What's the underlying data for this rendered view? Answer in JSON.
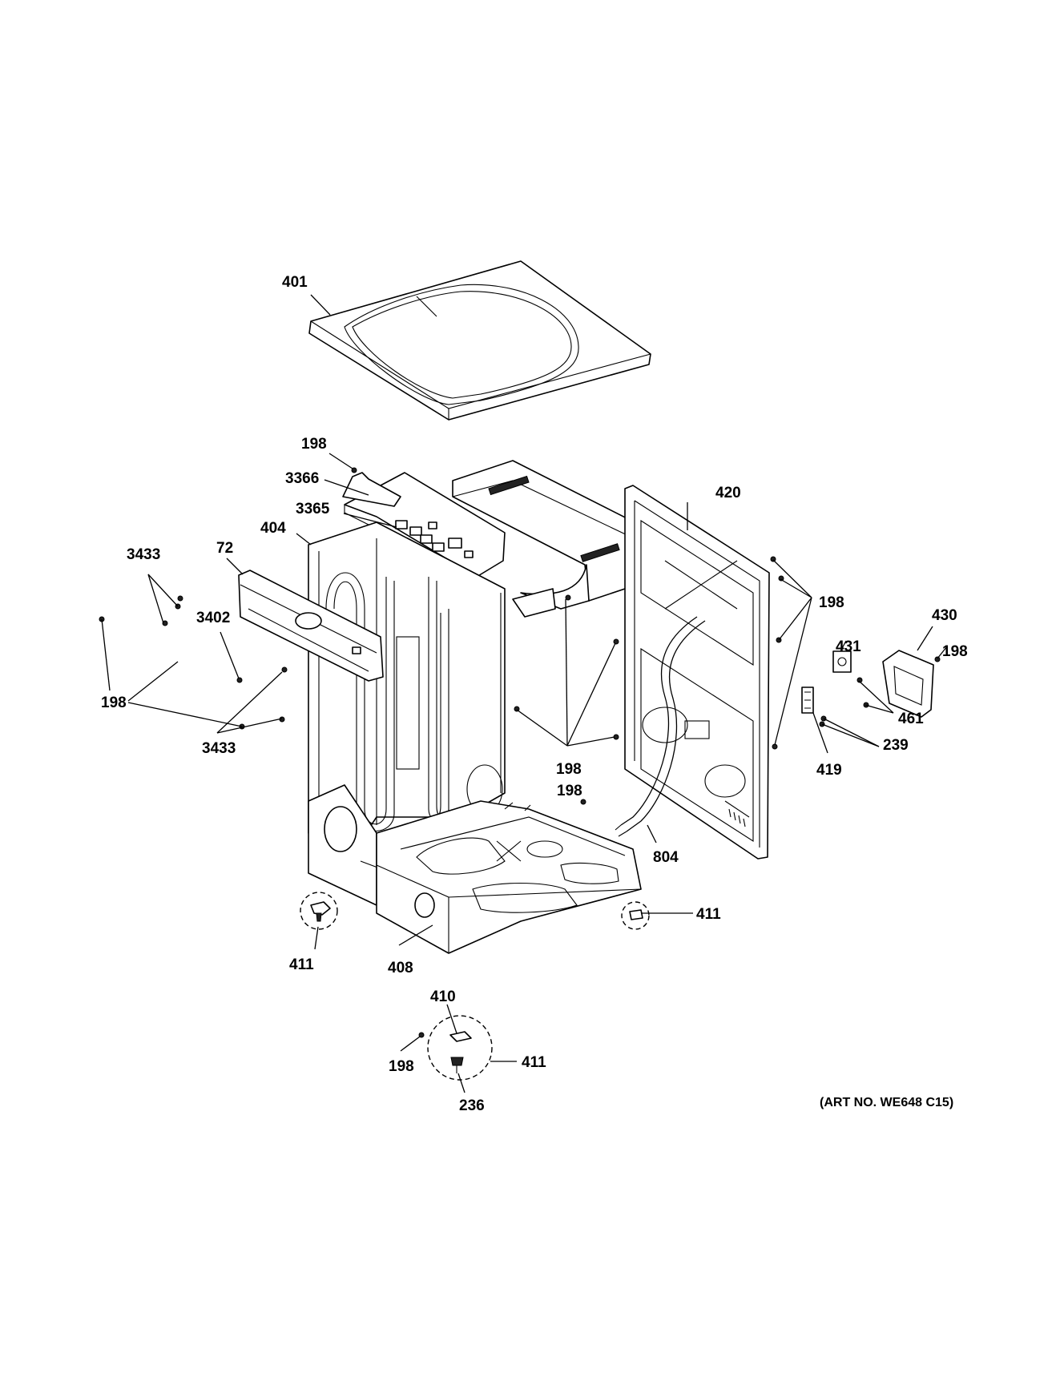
{
  "labels": {
    "l401": "401",
    "l198_top": "198",
    "l3366": "3366",
    "l3365": "3365",
    "l404": "404",
    "l420": "420",
    "l3433_top": "3433",
    "l72": "72",
    "l3402": "3402",
    "l198_right": "198",
    "l430": "430",
    "l431": "431",
    "l198_430": "198",
    "l198_left": "198",
    "l461": "461",
    "l239": "239",
    "l3433_bottom": "3433",
    "l419": "419",
    "l198_mid": "198",
    "l198_mid2": "198",
    "l804": "804",
    "l411_right": "411",
    "l411_left": "411",
    "l408": "408",
    "l410": "410",
    "l198_bottom": "198",
    "l411_bottom": "411",
    "l236": "236"
  },
  "art_number": "(ART NO. WE648 C15)"
}
